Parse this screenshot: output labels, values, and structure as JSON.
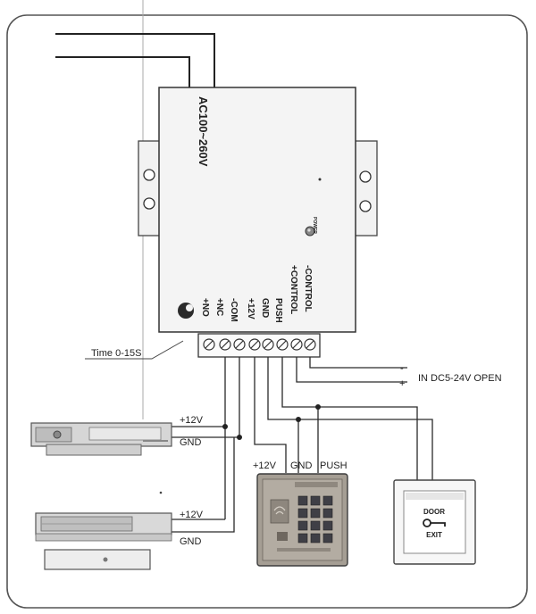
{
  "power_supply": {
    "input_label": "AC100~260V",
    "power_led_label": "POWER",
    "terminals": [
      "+NO",
      "+NC",
      "-COM",
      "+12V",
      "GND",
      "PUSH",
      "+CONTROL",
      "-CONTROL"
    ]
  },
  "time_label": "Time 0-15S",
  "control_input": {
    "label": "IN DC5-24V OPEN",
    "minus": "-",
    "plus": "+"
  },
  "lock1": {
    "plus_label": "+12V",
    "gnd_label": "GND"
  },
  "lock2": {
    "plus_label": "+12V",
    "gnd_label": "GND"
  },
  "keypad": {
    "plus_label": "+12V",
    "gnd_label": "GND",
    "push_label": "PUSH"
  },
  "exit_button": {
    "line1": "DOOR",
    "line2": "EXIT"
  },
  "colors": {
    "line": "#2a2a2a",
    "box_fill": "#f4f4f4",
    "keypad_body": "#a59e94",
    "keypad_key": "#3f3f46"
  }
}
